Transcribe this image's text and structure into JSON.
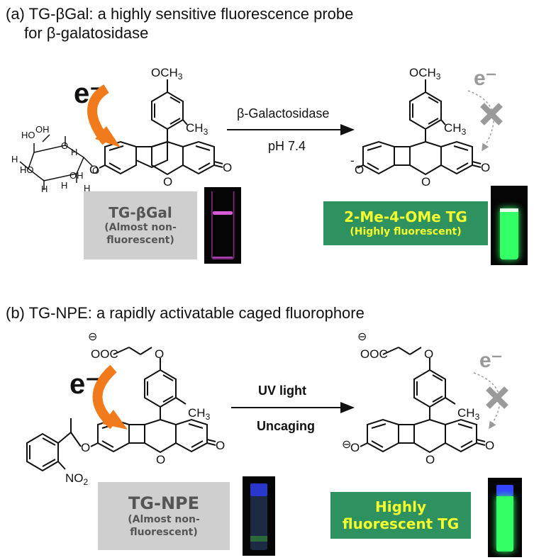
{
  "panel_a": {
    "title_line1": "(a) TG-βGal: a highly sensitive fluorescence probe",
    "title_line2": "for β-galatosidase",
    "electron": "e⁻",
    "reactant_och3": "OCH",
    "reactant_ch3": "CH",
    "sub3": "3",
    "sugar_labels": [
      "HO",
      "OH",
      "HO",
      "H",
      "O",
      "H",
      "H",
      "OH",
      "H",
      "O",
      "H"
    ],
    "reactant_o": "O",
    "ring_o": "O",
    "carbonyl_o": "O",
    "enzyme_label": "β-Galactosidase",
    "ph_label": "pH 7.4",
    "product_och3": "OCH",
    "product_ch3": "CH",
    "product_phenoxide": "O",
    "minus": "-",
    "product_electron": "e⁻",
    "reactant_box_main": "TG-βGal",
    "reactant_box_sub1": "(Almost non-",
    "reactant_box_sub2": "fluorescent)",
    "product_box_main": "2-Me-4-OMe TG",
    "product_box_sub": "(Highly fluorescent)"
  },
  "panel_b": {
    "title": "(b) TG-NPE: a rapidly activatable caged fluorophore",
    "electron": "e⁻",
    "carboxylate": "OOC",
    "ether_o": "O",
    "ch3": "CH",
    "sub3": "3",
    "no2": "NO",
    "sub2": "2",
    "reactant_o": "O",
    "ring_o": "O",
    "carbonyl_o": "O",
    "light_label": "UV light",
    "uncaging_label": "Uncaging",
    "product_carboxylate": "OOC",
    "product_ether_o": "O",
    "product_ch3": "CH",
    "product_phenoxide": "O",
    "product_electron": "e⁻",
    "reactant_box_main": "TG-NPE",
    "reactant_box_sub1": "(Almost non-",
    "reactant_box_sub2": "fluorescent)",
    "product_box_main1": "Highly",
    "product_box_main2": "fluorescent TG"
  },
  "colors": {
    "arrow_orange": "#f07a1c",
    "quench_gray": "#9a9a9a",
    "green_box": "#2d9260",
    "green_text": "#f5ff2e",
    "gray_box": "#cfcfcf",
    "vial_pink": "#d65ad6",
    "vial_green": "#33ff66",
    "vial_blue": "#3344ff"
  },
  "icons": [
    "curved-electron-arrow-icon",
    "quench-x-icon",
    "reaction-arrow-icon",
    "cuvette-photo"
  ]
}
